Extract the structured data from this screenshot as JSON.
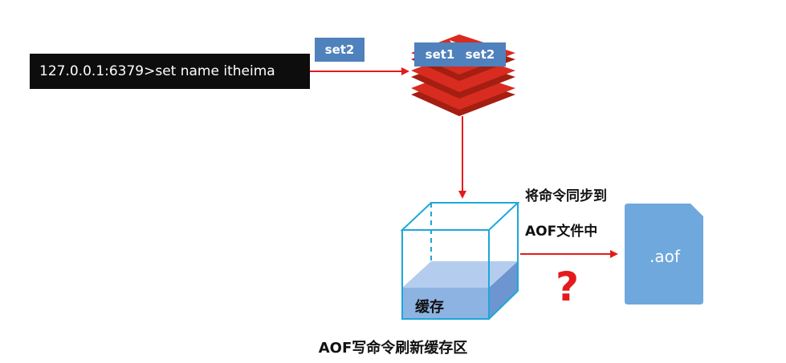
{
  "command_line": "127.0.0.1:6379>set name itheima",
  "incoming_command": "set2",
  "redis_queue": [
    "set1",
    "set2"
  ],
  "sync_note_line1": "将命令同步到",
  "sync_note_line2": "AOF文件中",
  "question_mark": "?",
  "buffer_label": "缓存",
  "aof_file_label": ".aof",
  "caption": "AOF写命令刷新缓存区",
  "colors": {
    "command_tag": "#4f81bd",
    "arrow": "#e41a1c",
    "redis_logo": "#d82c20",
    "buffer_outline": "#1ea7d8",
    "buffer_fill": "#8db3e2",
    "aof_file": "#6fa8dc",
    "terminal": "#0d0d0d"
  },
  "icons": [
    "redis-logo-icon",
    "buffer-box-icon",
    "file-icon"
  ]
}
